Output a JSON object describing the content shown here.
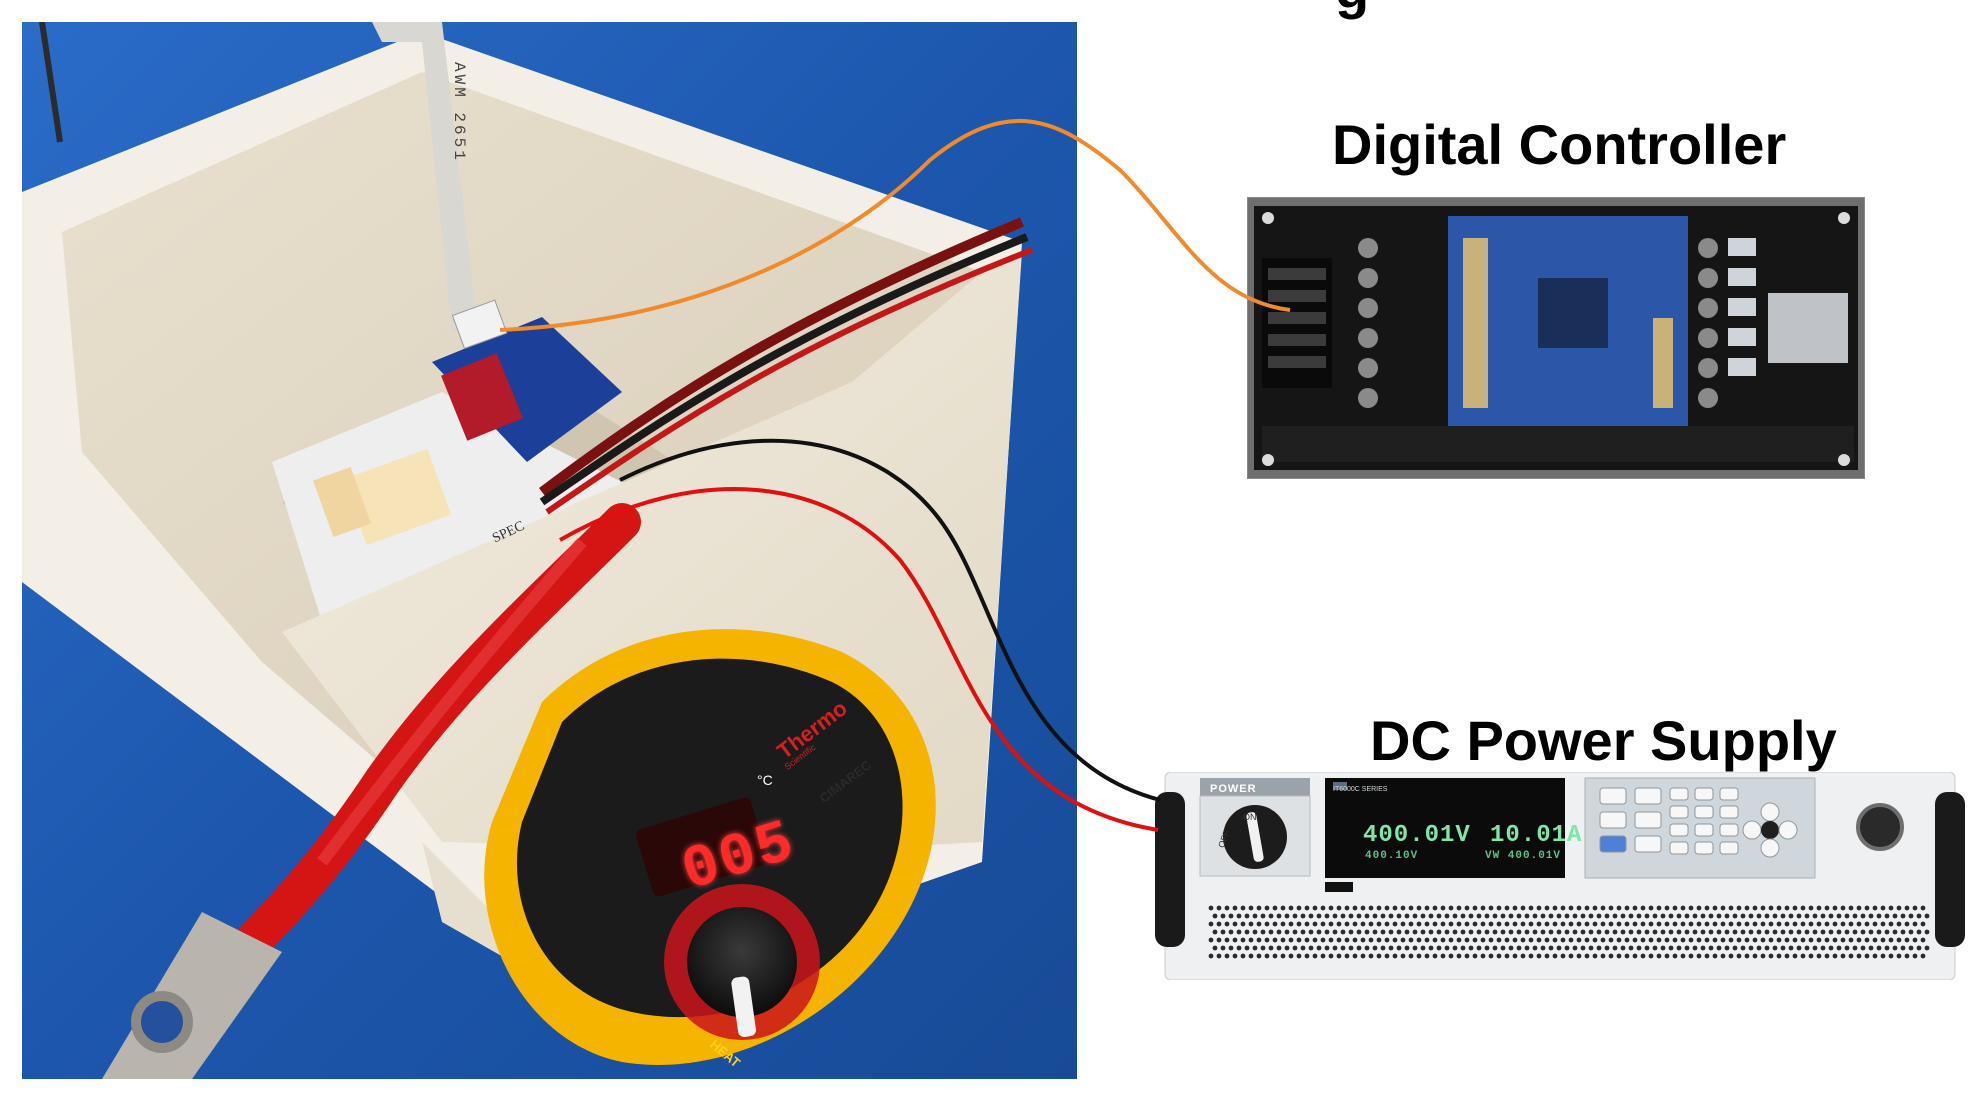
{
  "figure": {
    "top_label_partial": "g",
    "controller_title": "Digital Controller",
    "psu_title": "DC Power Supply"
  },
  "power_supply": {
    "power_label": "POWER",
    "switch_on": "ON",
    "switch_off": "OFF",
    "brand_line": "IT6000C SERIES",
    "voltage": "400.01V",
    "current": "10.01A",
    "voltage_sub": "400.10V",
    "current_sub": "VW 400.01V"
  },
  "hotplate": {
    "display": "005",
    "unit": "°C",
    "brand": "Thermo",
    "subbrand": "Scientific",
    "model": "CIMAREC",
    "dial_label": "HEAT"
  },
  "photo_marks": {
    "ribbon_text": "AWM 2651",
    "board_text": "SPEC"
  },
  "colors": {
    "signal_wire": "#f08a2a",
    "positive_wire": "#e01010",
    "negative_wire": "#111111",
    "bench": "#1f5fb8",
    "hotplate_body": "#f4b400"
  }
}
